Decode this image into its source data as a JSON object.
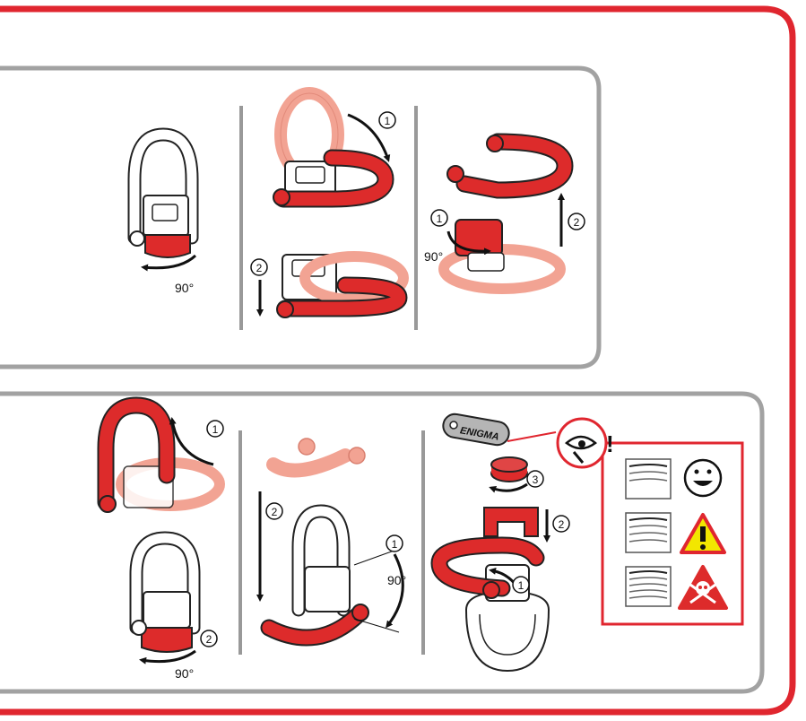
{
  "colors": {
    "frame_red": "#e0262f",
    "part_red": "#dd2b2b",
    "part_red_faded": "#f2a393",
    "panel_gray": "#a2a2a2",
    "outline": "#222222",
    "warning_yellow": "#f2e600"
  },
  "steps": {
    "n1": "1",
    "n2": "2",
    "n3": "3"
  },
  "angles": {
    "a90": "90°"
  },
  "tag": {
    "text": "ENIGMA"
  },
  "warning": {
    "mark": "!"
  },
  "legend": {
    "rows": [
      {
        "thread_turns": 1,
        "symbol": "smiley-icon"
      },
      {
        "thread_turns": 2,
        "symbol": "warning-triangle-icon"
      },
      {
        "thread_turns": 3,
        "symbol": "skull-crossbones-icon"
      }
    ]
  },
  "icons": {
    "rotate": "rotate-arrow-icon",
    "down": "down-arrow-icon",
    "up": "up-arrow-icon",
    "eye": "eye-icon"
  }
}
